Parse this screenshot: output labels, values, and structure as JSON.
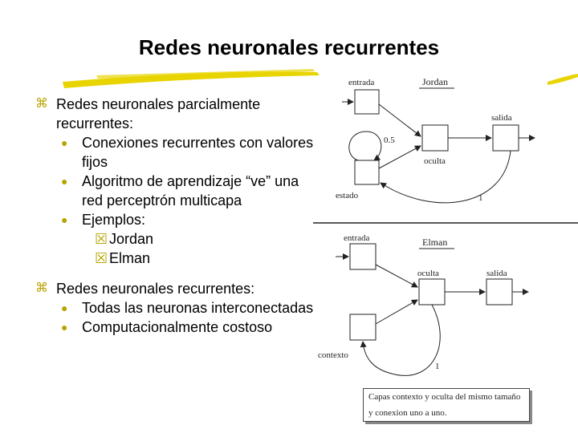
{
  "slide": {
    "title": "Redes neuronales recurrentes",
    "bullets": {
      "b1": "Redes neuronales parcialmente recurrentes:",
      "b1_1": "Conexiones recurrentes con valores fijos",
      "b1_2": "Algoritmo de aprendizaje “ve” una red perceptrón multicapa",
      "b1_3": "Ejemplos:",
      "b1_3_1": "Jordan",
      "b1_3_2": "Elman",
      "b2": "Redes neuronales recurrentes:",
      "b2_1": "Todas las neuronas interconectadas",
      "b2_2": "Computacionalmente costoso"
    }
  },
  "diagram": {
    "jordan": {
      "title": "Jordan",
      "entrada": "entrada",
      "salida": "salida",
      "oculta": "oculta",
      "estado": "estado",
      "weight_self": "0.5",
      "weight_back": "1"
    },
    "elman": {
      "title": "Elman",
      "entrada": "entrada",
      "oculta": "oculta",
      "salida": "salida",
      "contexto": "contexto",
      "weight_back": "1"
    },
    "caption": "Capas contexto y oculta del mismo tamaño y conexion uno a uno."
  },
  "colors": {
    "accent": "#e8d400",
    "bullet": "#b8a400"
  }
}
